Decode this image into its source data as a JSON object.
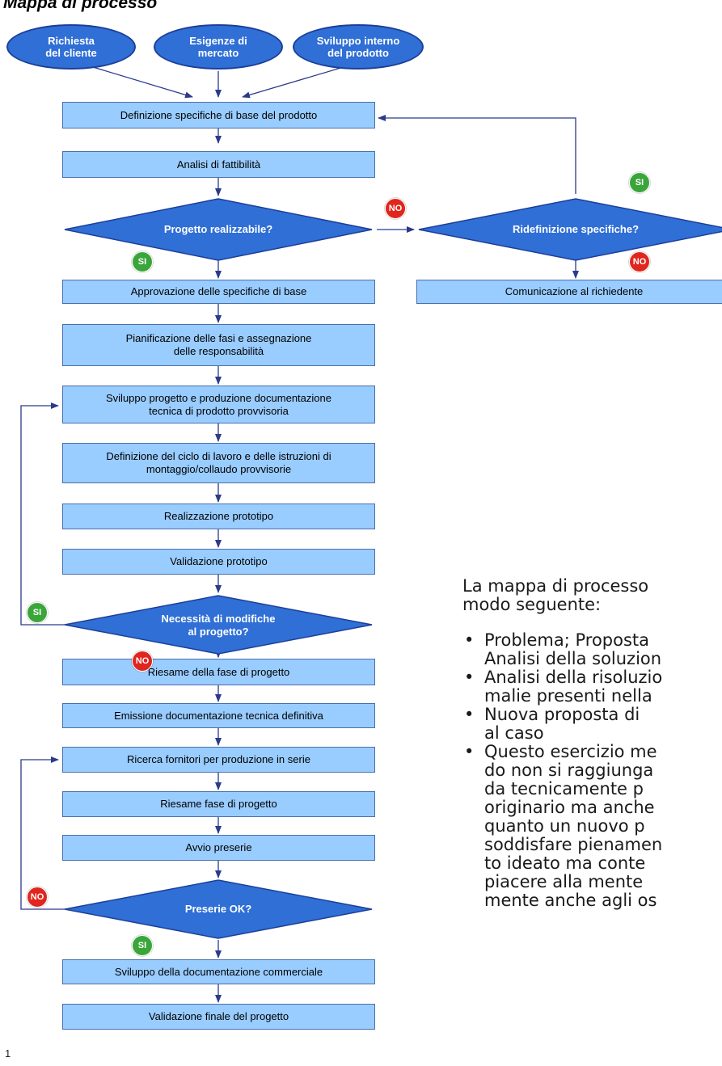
{
  "title": "Mappa di processo",
  "page_number": "1",
  "colors": {
    "box_fill": "#99ccff",
    "decision_fill": "#2f6fd6",
    "arrow": "#2b3a8a",
    "si": "#3aa63a",
    "no": "#e0261e"
  },
  "sources": [
    {
      "label": "Richiesta\ndel cliente"
    },
    {
      "label": "Esigenze di\nmercato"
    },
    {
      "label": "Sviluppo interno\ndel prodotto"
    }
  ],
  "steps": [
    "Definizione specifiche di base del prodotto",
    "Analisi di fattibilità",
    "Approvazione delle specifiche di base",
    "Pianificazione delle fasi e assegnazione\ndelle responsabilità",
    "Sviluppo progetto e produzione documentazione\ntecnica di prodotto provvisoria",
    "Definizione del ciclo di lavoro e delle istruzioni di\nmontaggio/collaudo provvisorie",
    "Realizzazione prototipo",
    "Validazione prototipo",
    "Riesame della fase di progetto",
    "Emissione documentazione tecnica definitiva",
    "Ricerca fornitori per produzione in serie",
    "Riesame fase di progetto",
    "Avvio preserie",
    "Sviluppo della documentazione commerciale",
    "Validazione finale del progetto"
  ],
  "side_step": "Comunicazione al richiedente",
  "decisions": [
    "Progetto realizzabile?",
    "Ridefinizione specifiche?",
    "Necessità di modifiche\nal progetto?",
    "Preserie OK?"
  ],
  "badges": {
    "si": "SI",
    "no": "NO"
  },
  "description": {
    "intro": [
      "La mappa di processo",
      "modo seguente:"
    ],
    "bullets": [
      [
        "Problema; Proposta",
        "Analisi della soluzion"
      ],
      [
        "Analisi della risoluzio",
        "malie presenti nella"
      ],
      [
        "Nuova proposta di",
        "al caso"
      ],
      [
        "Questo esercizio me",
        "do non si raggiunga",
        "da tecnicamente p",
        "originario ma anche",
        "quanto un nuovo p",
        "soddisfare pienamen",
        "to ideato ma conte",
        "piacere alla mente",
        "mente anche agli os"
      ]
    ]
  }
}
